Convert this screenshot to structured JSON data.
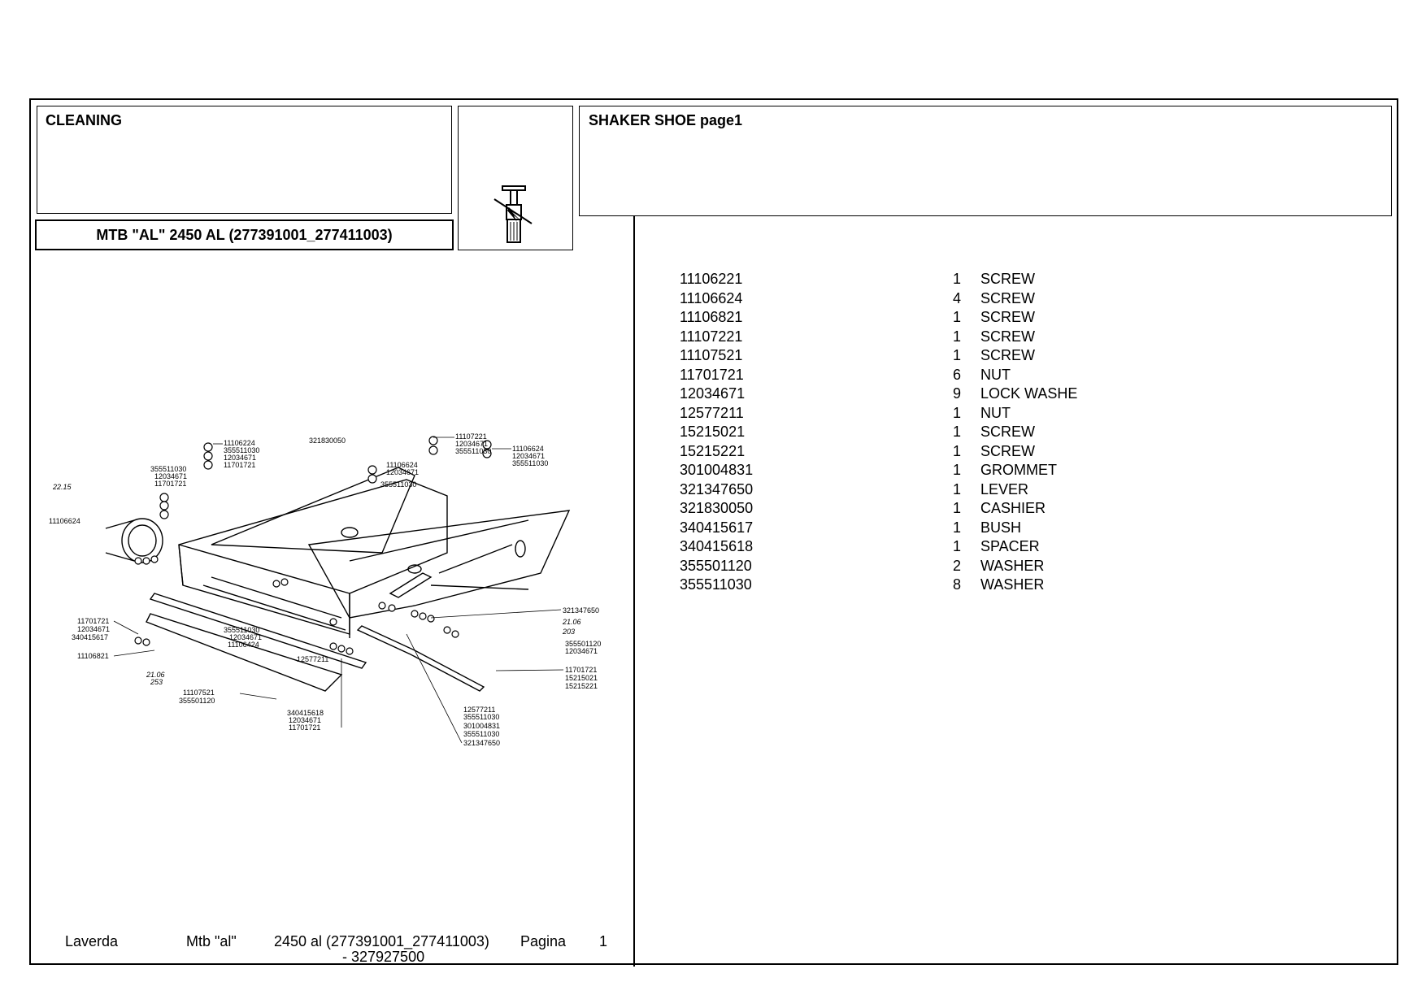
{
  "header": {
    "section_title": "CLEANING",
    "model_title": "MTB \"AL\" 2450 AL (277391001_277411003)",
    "group_title": "SHAKER SHOE  page1"
  },
  "icons": {
    "header_icon": "spark-plug-icon"
  },
  "parts": [
    {
      "number": "11106221",
      "qty": "1",
      "desc": "SCREW"
    },
    {
      "number": "11106624",
      "qty": "4",
      "desc": "SCREW"
    },
    {
      "number": "11106821",
      "qty": "1",
      "desc": "SCREW"
    },
    {
      "number": "11107221",
      "qty": "1",
      "desc": "SCREW"
    },
    {
      "number": "11107521",
      "qty": "1",
      "desc": "SCREW"
    },
    {
      "number": "11701721",
      "qty": "6",
      "desc": "NUT"
    },
    {
      "number": "12034671",
      "qty": "9",
      "desc": "LOCK WASHE"
    },
    {
      "number": "12577211",
      "qty": "1",
      "desc": "NUT"
    },
    {
      "number": "15215021",
      "qty": "1",
      "desc": "SCREW"
    },
    {
      "number": "15215221",
      "qty": "1",
      "desc": "SCREW"
    },
    {
      "number": "301004831",
      "qty": "1",
      "desc": "GROMMET"
    },
    {
      "number": "321347650",
      "qty": "1",
      "desc": "LEVER"
    },
    {
      "number": "321830050",
      "qty": "1",
      "desc": "CASHIER"
    },
    {
      "number": "340415617",
      "qty": "1",
      "desc": "BUSH"
    },
    {
      "number": "340415618",
      "qty": "1",
      "desc": "SPACER"
    },
    {
      "number": "355501120",
      "qty": "2",
      "desc": "WASHER"
    },
    {
      "number": "355511030",
      "qty": "8",
      "desc": "WASHER"
    }
  ],
  "diagram": {
    "labels": {
      "l1": "11106224",
      "l2": "355511030",
      "l3": "12034671",
      "l4": "11701721",
      "l5": "321830050",
      "l6": "11107221",
      "l7": "12034671",
      "l8": "355511030",
      "l9": "11106624",
      "l10": "12034671",
      "l11": "355511030",
      "l12": "11106624",
      "l13": "12034671",
      "l14": "355511030",
      "l15": "355511030",
      "l16": "12034671",
      "l17": "11701721",
      "l18": "22.15",
      "l19": "11106624",
      "l20": "11701721",
      "l21": "12034671",
      "l22": "340415617",
      "l23": "11106821",
      "l24": "21.06",
      "l25": "253",
      "l26": "11107521",
      "l27": "355501120",
      "l28": "355511030",
      "l29": "12034671",
      "l30": "11106424",
      "l31": "12577211",
      "l32": "340415618",
      "l33": "12034671",
      "l34": "11701721",
      "l35": "321347650",
      "l36": "21.06",
      "l37": "203",
      "l38": "355501120",
      "l39": "12034671",
      "l40": "11701721",
      "l41": "15215021",
      "l42": "15215221",
      "l43": "12577211",
      "l44": "355511030",
      "l45": "301004831",
      "l46": "355511030",
      "l47": "321347650"
    }
  },
  "footer": {
    "brand": "Laverda",
    "model": "Mtb \"al\"",
    "variant": "2450 al (277391001_277411003)",
    "variant_line2": "- 327927500",
    "page_label": "Pagina",
    "page_number": "1"
  }
}
